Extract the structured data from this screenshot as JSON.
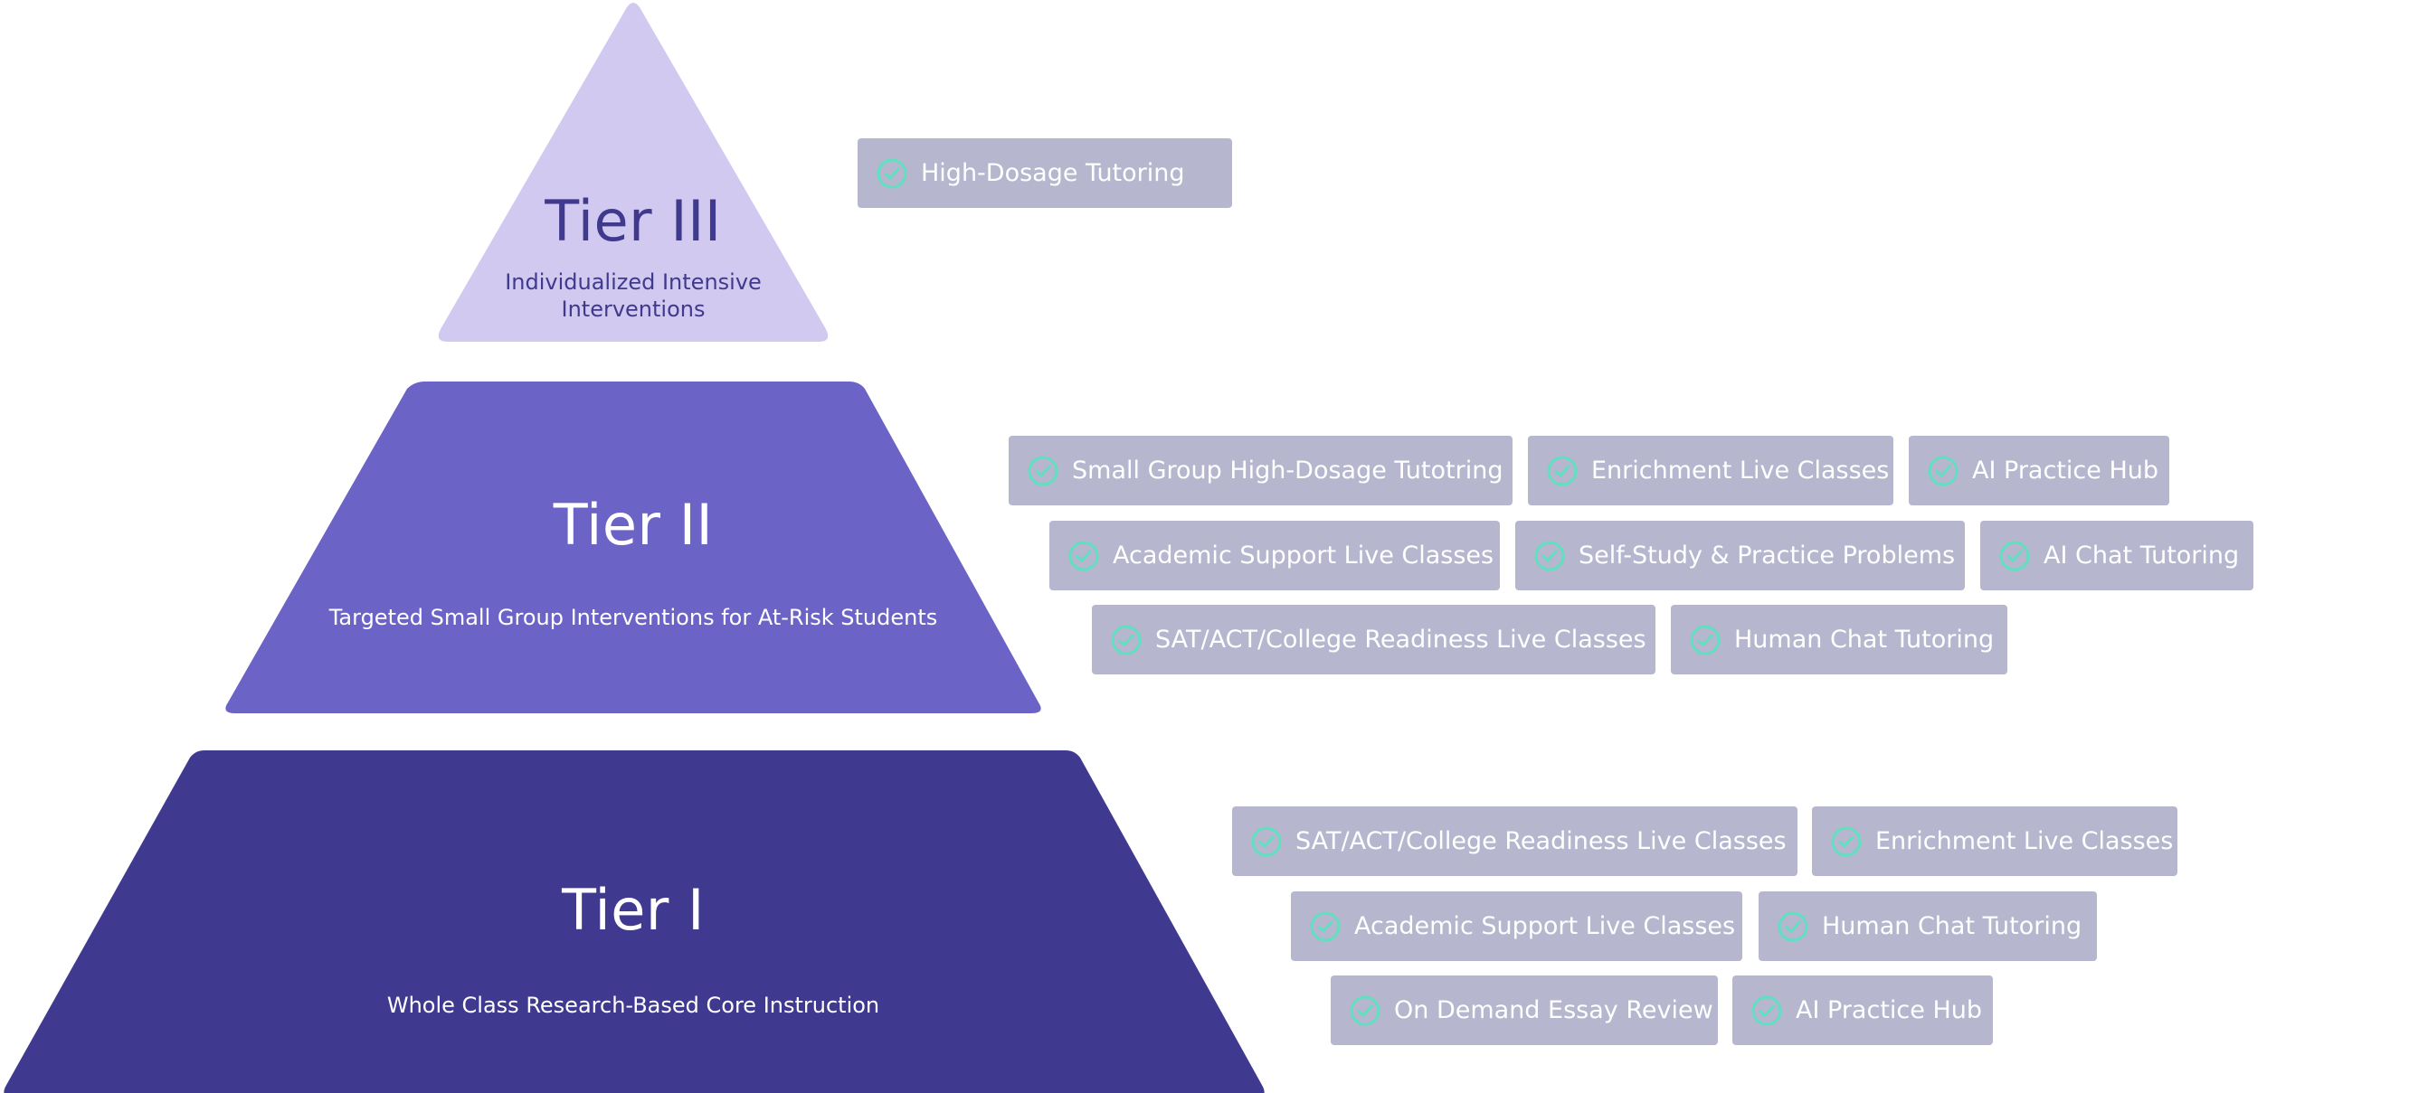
{
  "colors": {
    "tier3": "#d1c9f0",
    "tier2": "#6c63c7",
    "tier1": "#403990",
    "chip_bg": "#b6b6cf",
    "check": "#5fe0c1"
  },
  "tiers": [
    {
      "title": "Tier III",
      "subtitle_line1": "Individualized Intensive",
      "subtitle_line2": "Interventions",
      "services": [
        "High-Dosage Tutoring"
      ]
    },
    {
      "title": "Tier II",
      "subtitle": "Targeted Small Group Interventions for At-Risk Students",
      "services": [
        "Small Group High-Dosage Tutotring",
        "Enrichment Live Classes",
        "AI Practice Hub",
        "Academic Support Live Classes",
        "Self-Study & Practice Problems",
        "AI Chat Tutoring",
        "SAT/ACT/College Readiness Live Classes",
        "Human Chat Tutoring"
      ]
    },
    {
      "title": "Tier I",
      "subtitle": "Whole Class Research-Based Core Instruction",
      "services": [
        "SAT/ACT/College Readiness Live Classes",
        "Enrichment Live Classes",
        "Academic Support Live Classes",
        "Human Chat Tutoring",
        "On Demand Essay Review",
        "AI Practice Hub"
      ]
    }
  ]
}
